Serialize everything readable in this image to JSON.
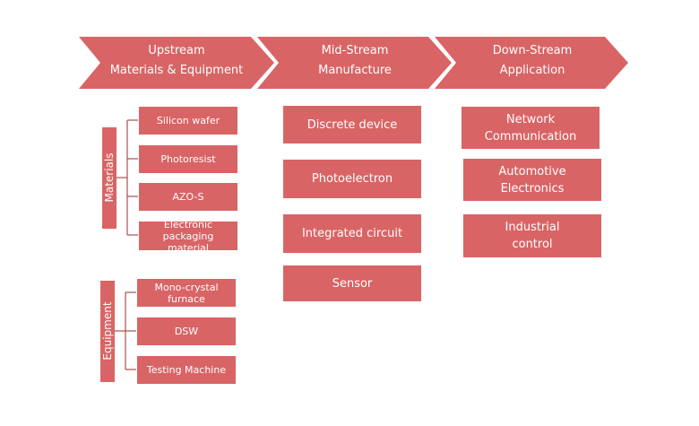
{
  "colors": {
    "accent": "#d96465",
    "line": "#a94f50",
    "text": "#ffffff"
  },
  "stages": [
    {
      "line1": "Upstream",
      "line2": "Materials & Equipment"
    },
    {
      "line1": "Mid-Stream",
      "line2": "Manufacture"
    },
    {
      "line1": "Down-Stream",
      "line2": "Application"
    }
  ],
  "upstream": {
    "materials_label": "Materials",
    "materials": [
      "Silicon wafer",
      "Photoresist",
      "AZO-S",
      "Electronic packaging material"
    ],
    "equipment_label": "Equipment",
    "equipment": [
      "Mono-crystal furnace",
      "DSW",
      "Testing Machine"
    ]
  },
  "midstream": [
    "Discrete device",
    "Photoelectron",
    "Integrated circuit",
    "Sensor"
  ],
  "downstream": [
    "Network Communication",
    "Automotive Electronics",
    "Industrial control"
  ]
}
